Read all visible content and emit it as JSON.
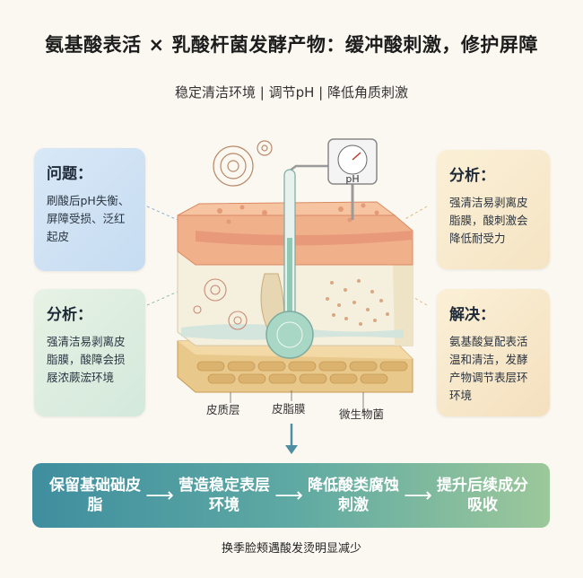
{
  "title": "氨基酸表活 × 乳酸杆菌发酵产物：缓冲酸刺激，修护屏障",
  "subtitle": "稳定清洁环境 | 调节pH | 降低角质刺激",
  "cards": {
    "problem": {
      "heading": "问题：",
      "body": "刷酸后pH失衡、屏障受损、泛红起皮"
    },
    "analysis_left": {
      "heading": "分析：",
      "body": "强清洁易剥离皮脂膜，酸障会损屐浓蕨浤环境"
    },
    "analysis_right": {
      "heading": "分析：",
      "body": "强清洁易剥离皮脂膜，酸刺激会降低耐受力"
    },
    "solution": {
      "heading": "解决：",
      "body": "氨基酸复配表活温和清洁，发酵产物调节表层环环境"
    }
  },
  "diagram": {
    "gauge_label": "pH",
    "labels": {
      "dermis": "皮质层",
      "sebum": "皮脂膜",
      "microbes": "微生物菌"
    }
  },
  "flow": {
    "steps": [
      "保留基础础皮脂",
      "营造稳定表层环境",
      "降低酸类腐蚀刺激",
      "提升后续成分吸收"
    ],
    "arrow": "⟶"
  },
  "footer": "换季脸颊遇酸发烫明显减少",
  "colors": {
    "problem_card": "#d8e8f7",
    "analysis_left_card": "#e6f2e4",
    "analysis_right_card": "#fbf0d6",
    "solution_card": "#fbf0d6",
    "flow_start": "#3f8e9f",
    "flow_end": "#9cc89a"
  }
}
